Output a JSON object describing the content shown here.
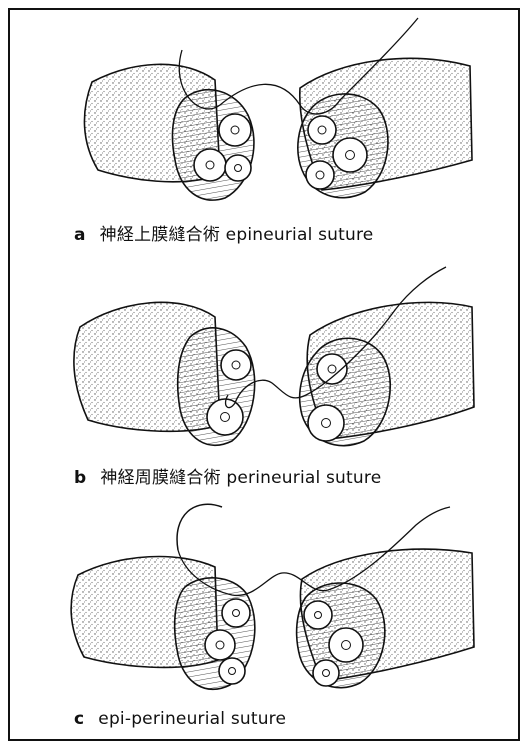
{
  "figure": {
    "panels": [
      {
        "letter": "a",
        "caption": "神経上膜縫合術 epineurial suture",
        "type": "epineurial"
      },
      {
        "letter": "b",
        "caption": "神経周膜縫合術 perineurial suture",
        "type": "perineurial"
      },
      {
        "letter": "c",
        "caption": "epi-perineurial suture",
        "type": "epi-perineurial"
      }
    ],
    "colors": {
      "line": "#111111",
      "stipple": "#555555",
      "background": "#ffffff"
    }
  }
}
